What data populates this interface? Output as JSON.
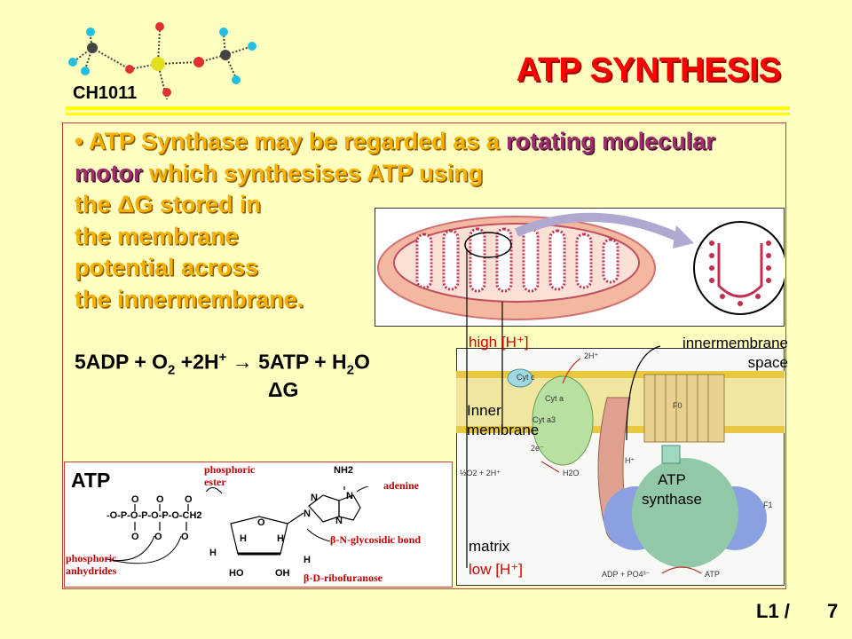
{
  "header": {
    "course": "CH1011",
    "title": "ATP SYNTHESIS"
  },
  "bullet": {
    "marker": "•",
    "part1": "ATP Synthase may be regarded as a ",
    "hl1": "rotating molecular motor",
    "part2": " which synthesises ATP using",
    "line3": "the ΔG stored in",
    "line4": "the membrane",
    "line5": "potential across",
    "line6": "the innermembrane."
  },
  "equation": {
    "left": "5ADP + O",
    "o2_sub": "2",
    "mid": " +2H",
    "h_sup": "+",
    "arrow": " → ",
    "right": "5ATP + H",
    "h2_sub": "2",
    "end": "O",
    "dg": "ΔG"
  },
  "atp_structure": {
    "title": "ATP",
    "phosphoric_ester": "phosphoric ester",
    "phosphoric_anhydrides": "phosphoric anhydrides",
    "adenine": "adenine",
    "glycosidic": "β-N-glycosidic bond",
    "ribofuranose": "β-D-ribofuranose",
    "nh2": "NH2",
    "phosphate_chain": "-O-P-O-P-O-P-O-CH2",
    "ho": "HO",
    "oh": "OH"
  },
  "synthase_diagram": {
    "high_h": "high [H⁺]",
    "inner_membrane_space": "innermembrane space",
    "inner_membrane": "Inner membrane",
    "atp_synthase": "ATP synthase",
    "matrix": "matrix",
    "low_h": "low [H⁺]",
    "cyt_c": "Cyt c",
    "cyt_a": "Cyt a",
    "cyt_a3": "Cyt a3",
    "f0": "F0",
    "f1": "F1",
    "h_plus": "H⁺",
    "two_h_plus": "2H⁺",
    "two_e": "2e⁻",
    "o2_reaction": "½O2 + 2H⁺",
    "h2o": "H2O",
    "adp_pi": "ADP + PO4³⁻",
    "atp": "ATP"
  },
  "footer": {
    "slide_prefix": "L1 /",
    "slide_number": "7"
  },
  "colors": {
    "title_red": "#ff0000",
    "bullet_gold": "#f6b000",
    "highlight_purple": "#9b2f6a",
    "background": "#ffffc0",
    "rule_yellow": "#ffff00"
  }
}
